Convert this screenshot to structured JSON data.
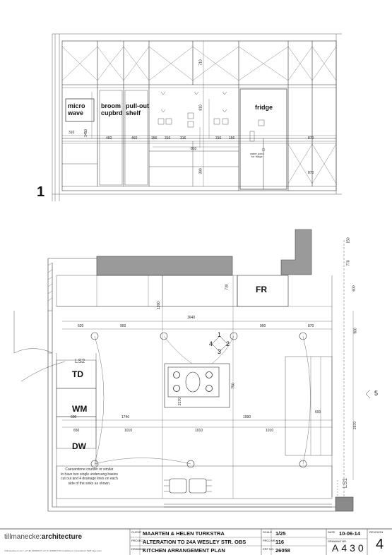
{
  "elevation": {
    "number": "1",
    "labels": {
      "microwave": "micro\nwave",
      "broom": "broom\ncupbrd",
      "pullout": "pull-out\nshelf",
      "fridge": "fridge",
      "water": "water point\nfor fridge"
    },
    "dims": [
      "310",
      "460",
      "460",
      "156",
      "316",
      "316",
      "316",
      "156",
      "810",
      "870",
      "870",
      "1450",
      "710",
      "810",
      "390"
    ]
  },
  "plan": {
    "rooms": {
      "fr": "FR",
      "td": "TD",
      "wm": "WM",
      "dw": "DW"
    },
    "section_tag": "LS2",
    "section_tag2": "LS1",
    "marker_numbers": {
      "n1": "1",
      "n2": "2",
      "n3": "3",
      "n4": "4"
    },
    "marker5": "5",
    "note": "Caesarstone counter or similar\nto have two single undersung basins\ncut out and 4 drainage lines on each\nside of the sinks as shown.",
    "dims": {
      "d620": "620",
      "d900a": "900",
      "d1640": "1640",
      "d900b": "900",
      "d870": "870",
      "d600a": "600",
      "d1740": "1740",
      "d1990": "1990",
      "d600b": "600",
      "d650": "650",
      "d1010a": "1010",
      "d1010b": "1010",
      "d1010c": "1010",
      "d730": "730",
      "d1200": "1200",
      "d2170": "2170",
      "d750": "750",
      "d900c": "900",
      "d2570": "2570",
      "d600c": "600",
      "d150": "150",
      "d770": "770"
    }
  },
  "titleblock": {
    "brand_light": "tillmanecke",
    "brand_bold": "architecture",
    "contact": "t:tillmanecke.co.za  c: +27 82 2290094  t/f +27 21 4486870  53 roodebloem rd  woodstock  7925  cape town",
    "client_label": "CLIENT",
    "client": "MAARTEN & HELEN TURKSTRA",
    "project_label": "PROJECT",
    "project": "ALTERATION TO 24A WESLEY STR. OBS",
    "drawing_label": "DRAWING",
    "drawing": "KITCHEN ARRANGEMENT PLAN",
    "scale_label": "SCALE",
    "scale": "1/25",
    "projnr_label": "PROJ.NR.",
    "projnr": "116",
    "erf_label": "ERF NO.",
    "erf": "26058",
    "date_label": "DATE",
    "date": "10-06-14",
    "drawingnr_label": "DRAWING NR.",
    "drawingnr": "A430",
    "revision_label": "REVISION",
    "revision": "4"
  }
}
